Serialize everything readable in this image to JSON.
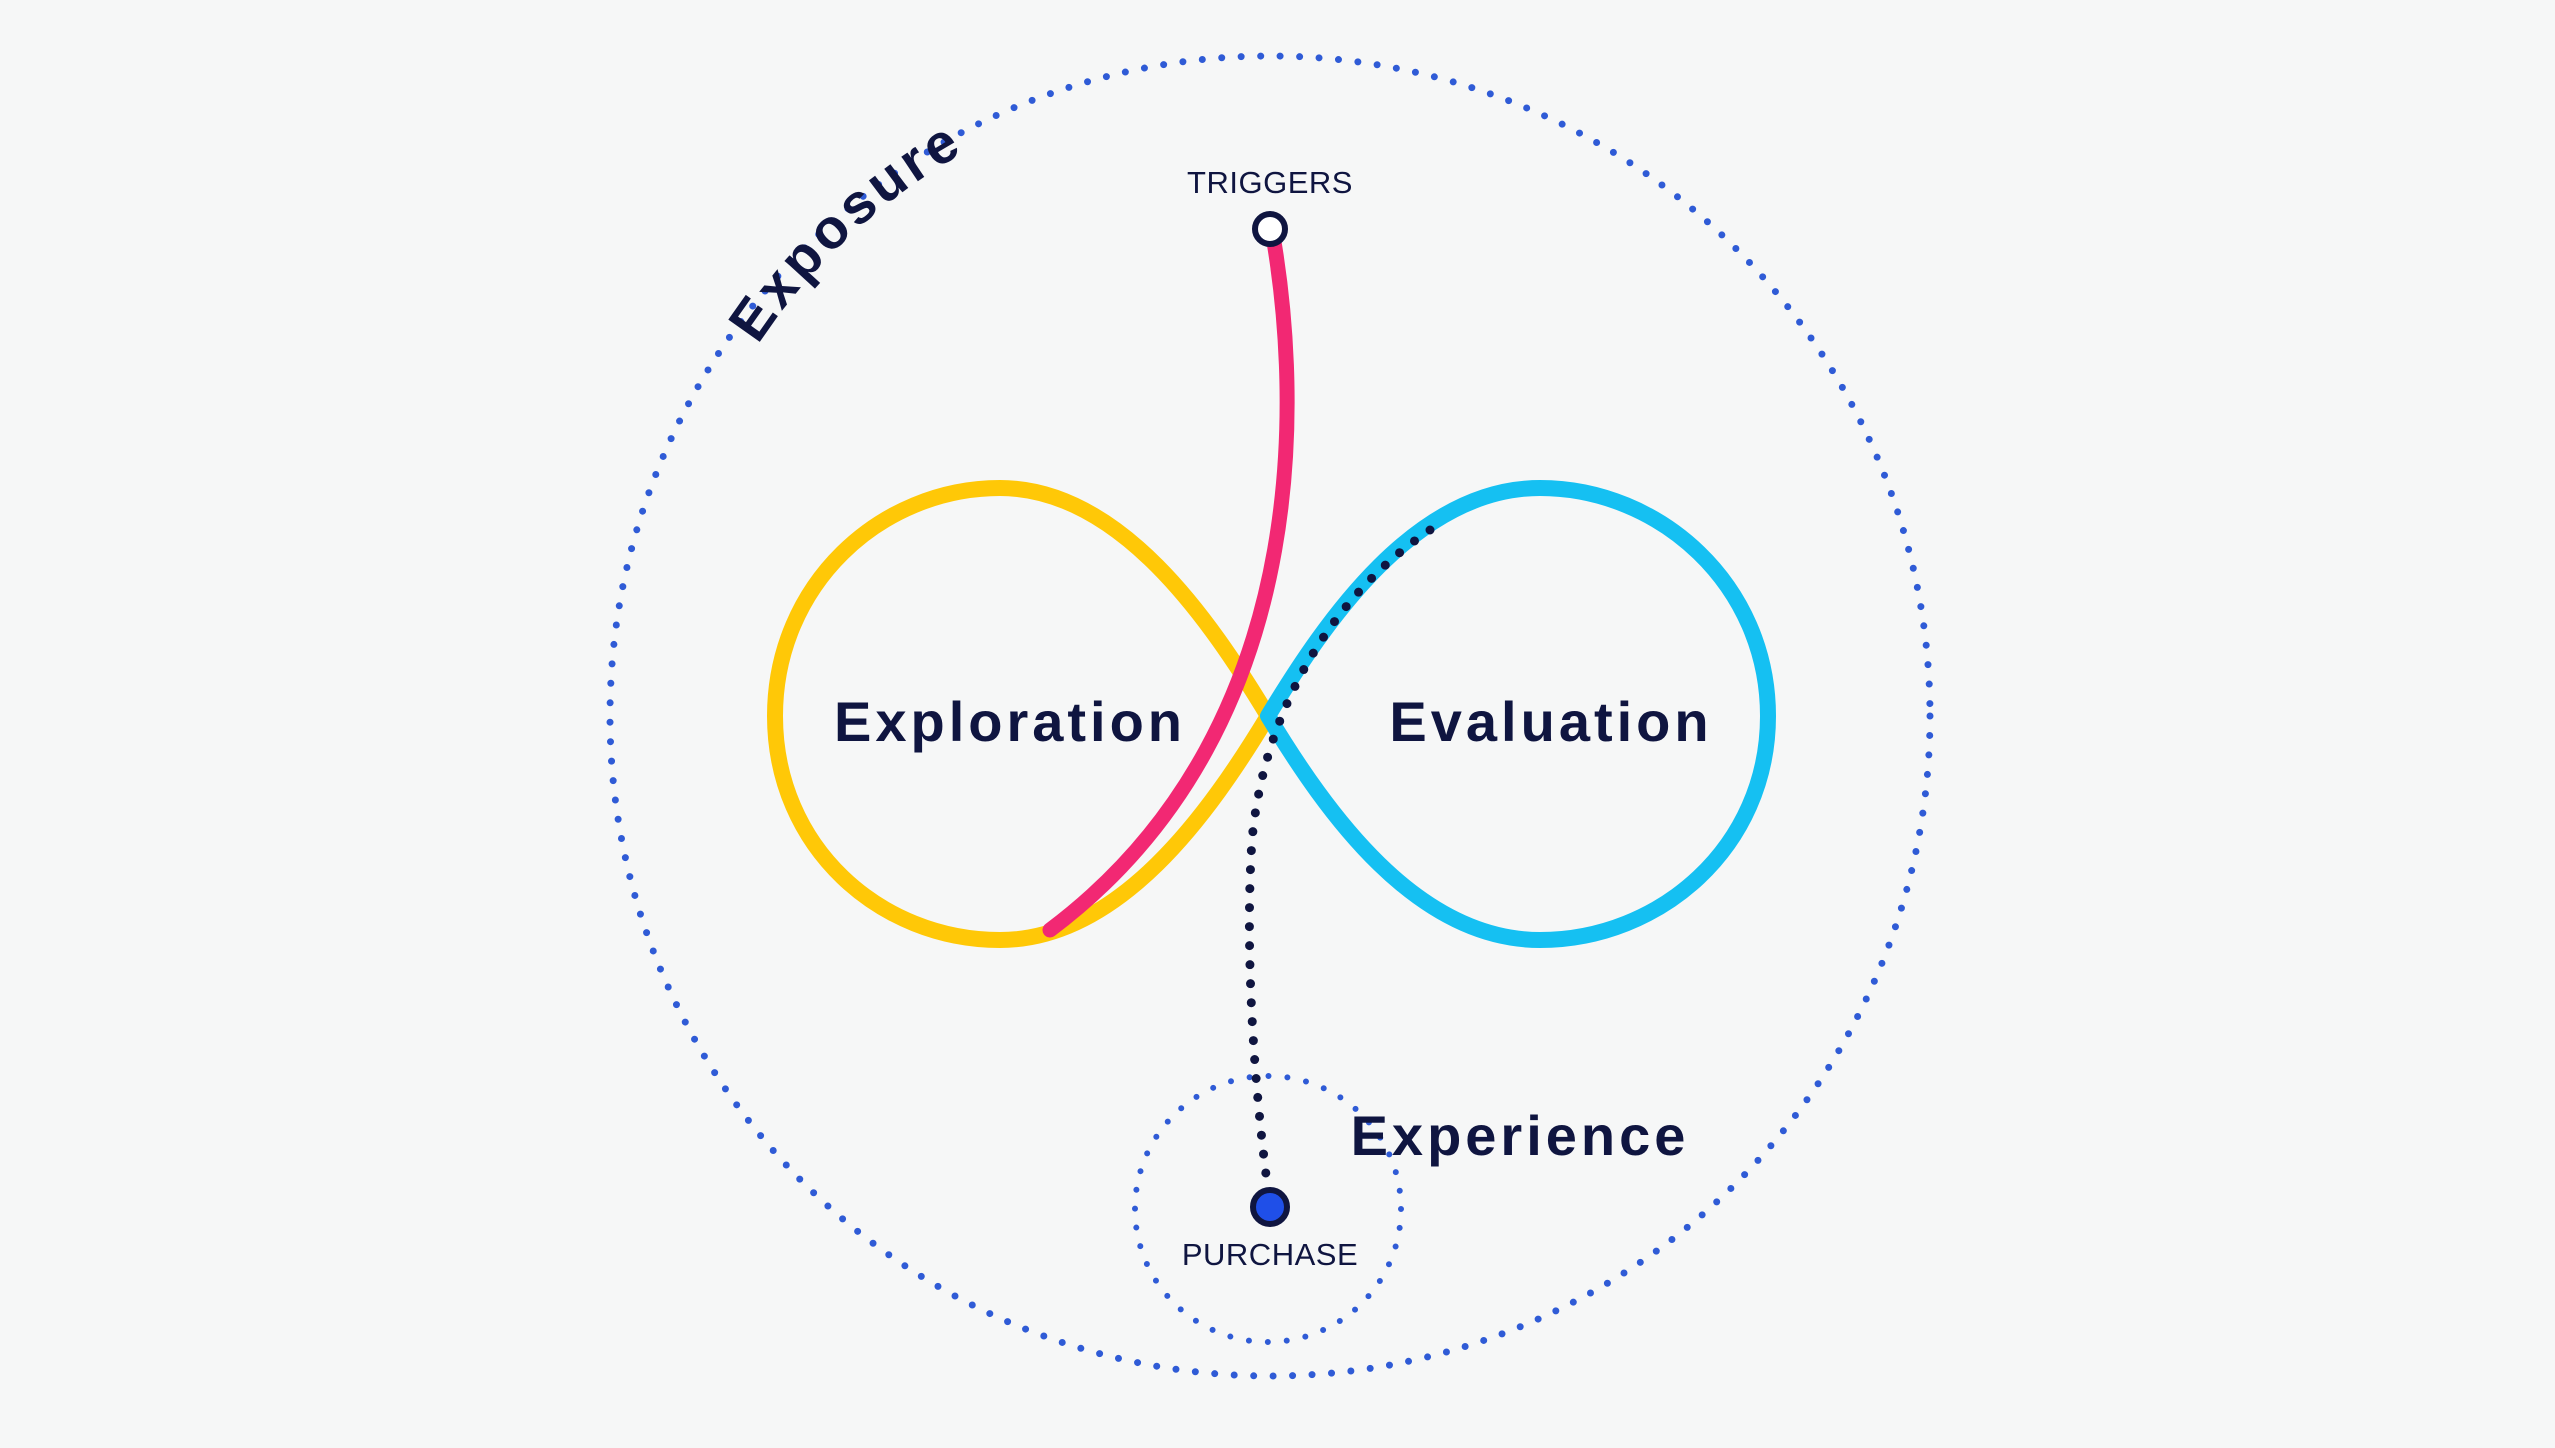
{
  "diagram": {
    "arc_label": "Exposure",
    "stages": {
      "left": "Exploration",
      "right": "Evaluation",
      "bottom": "Experience"
    },
    "points": {
      "start": "TRIGGERS",
      "end": "PURCHASE"
    },
    "colors": {
      "background": "#f6f7f7",
      "exploration_loop": "#ffc807",
      "evaluation_loop": "#15c0f2",
      "trigger_path": "#f22873",
      "dotted_circle": "#2f5bd6",
      "text": "#0f1540",
      "purchase_dot": "#1f4fe8"
    }
  }
}
